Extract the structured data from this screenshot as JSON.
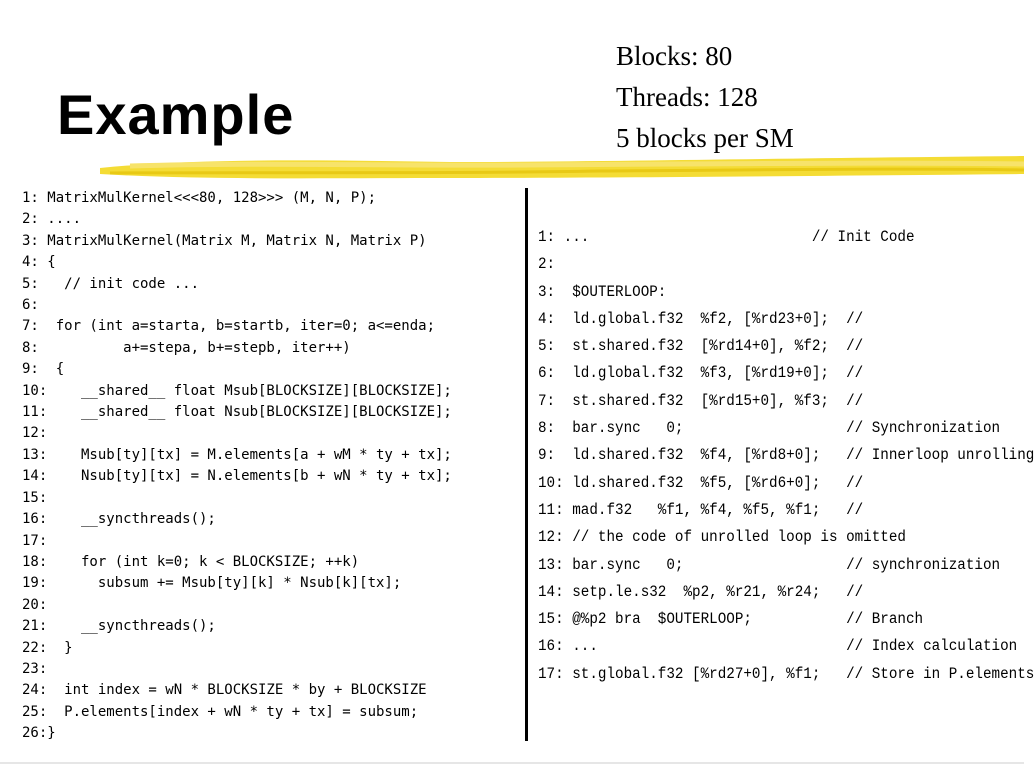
{
  "slide": {
    "title": "Example",
    "info": [
      "Blocks: 80",
      "Threads: 128",
      "5 blocks per SM"
    ],
    "highlight_color": "#f3d81f"
  },
  "left_code": [
    "1: MatrixMulKernel<<<80, 128>>> (M, N, P);",
    "2: ....",
    "3: MatrixMulKernel(Matrix M, Matrix N, Matrix P)",
    "4: {",
    "5:   // init code ...",
    "6:",
    "7:  for (int a=starta, b=startb, iter=0; a<=enda;",
    "8:          a+=stepa, b+=stepb, iter++)",
    "9:  {",
    "10:    __shared__ float Msub[BLOCKSIZE][BLOCKSIZE];",
    "11:    __shared__ float Nsub[BLOCKSIZE][BLOCKSIZE];",
    "12:",
    "13:    Msub[ty][tx] = M.elements[a + wM * ty + tx];",
    "14:    Nsub[ty][tx] = N.elements[b + wN * ty + tx];",
    "15:",
    "16:    __syncthreads();",
    "17:",
    "18:    for (int k=0; k < BLOCKSIZE; ++k)",
    "19:      subsum += Msub[ty][k] * Nsub[k][tx];",
    "20:",
    "21:    __syncthreads();",
    "22:  }",
    "23:",
    "24:  int index = wN * BLOCKSIZE * by + BLOCKSIZE",
    "25:  P.elements[index + wN * ty + tx] = subsum;",
    "26:}"
  ],
  "right_code": [
    "1: ...                          // Init Code",
    "2:",
    "3:  $OUTERLOOP:",
    "4:  ld.global.f32  %f2, [%rd23+0];  //",
    "5:  st.shared.f32  [%rd14+0], %f2;  //",
    "6:  ld.global.f32  %f3, [%rd19+0];  //",
    "7:  st.shared.f32  [%rd15+0], %f3;  //",
    "8:  bar.sync   0;                   // Synchronization",
    "9:  ld.shared.f32  %f4, [%rd8+0];   // Innerloop unrolling",
    "10: ld.shared.f32  %f5, [%rd6+0];   //",
    "11: mad.f32   %f1, %f4, %f5, %f1;   //",
    "12: // the code of unrolled loop is omitted",
    "13: bar.sync   0;                   // synchronization",
    "14: setp.le.s32  %p2, %r21, %r24;   //",
    "15: @%p2 bra  $OUTERLOOP;           // Branch",
    "16: ...                             // Index calculation",
    "17: st.global.f32 [%rd27+0], %f1;   // Store in P.elements"
  ]
}
